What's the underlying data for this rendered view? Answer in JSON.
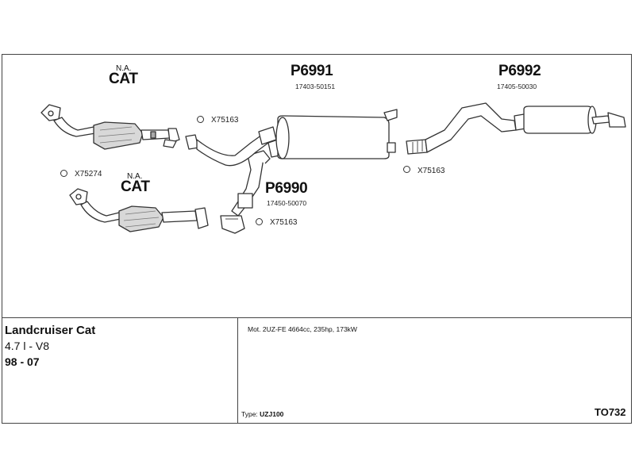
{
  "parts": {
    "cat_top": {
      "na": "N.A.",
      "label": "CAT"
    },
    "cat_bottom": {
      "na": "N.A.",
      "label": "CAT"
    },
    "p6991": {
      "code": "P6991",
      "oe": "17403-50151"
    },
    "p6992": {
      "code": "P6992",
      "oe": "17405-50030"
    },
    "p6990": {
      "code": "P6990",
      "oe": "17450-50070"
    },
    "rings": {
      "r1": "X75163",
      "r2": "X75274",
      "r3": "X75163",
      "r4": "X75163"
    }
  },
  "info": {
    "model": "Landcruiser Cat",
    "engine": "4.7 l - V8",
    "years": "98 - 07",
    "motor": "Mot. 2UZ-FE 4664cc, 235hp, 173kW",
    "type_label": "Type:",
    "type_value": "UZJ100",
    "catalog_code": "TO732"
  },
  "colors": {
    "stroke": "#333333",
    "fill": "#ffffff",
    "shade": "#bdbdbd"
  }
}
